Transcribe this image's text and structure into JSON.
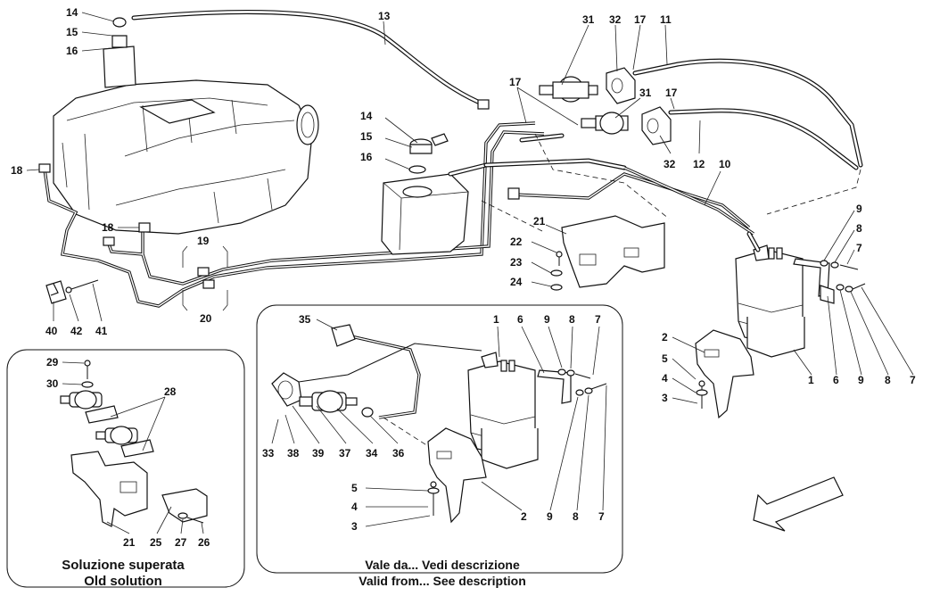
{
  "callouts": {
    "main": [
      "14",
      "15",
      "16",
      "13",
      "18",
      "18",
      "19",
      "20",
      "40",
      "42",
      "41",
      "31",
      "32",
      "17",
      "11",
      "17",
      "14",
      "15",
      "16",
      "31",
      "17",
      "32",
      "12",
      "10",
      "21",
      "22",
      "23",
      "24",
      "9",
      "8",
      "7",
      "2",
      "5",
      "4",
      "3",
      "1",
      "6",
      "9",
      "8",
      "7"
    ],
    "old_solution": [
      "29",
      "30",
      "28",
      "21",
      "25",
      "27",
      "26"
    ],
    "new_solution": [
      "35",
      "1",
      "6",
      "9",
      "8",
      "7",
      "33",
      "38",
      "39",
      "37",
      "34",
      "36",
      "5",
      "4",
      "3",
      "2",
      "9",
      "8",
      "7"
    ]
  },
  "captions": {
    "old_line1": "Soluzione superata",
    "old_line2": "Old solution",
    "new_line1": "Vale da... Vedi descrizione",
    "new_line2": "Valid from... See description"
  }
}
